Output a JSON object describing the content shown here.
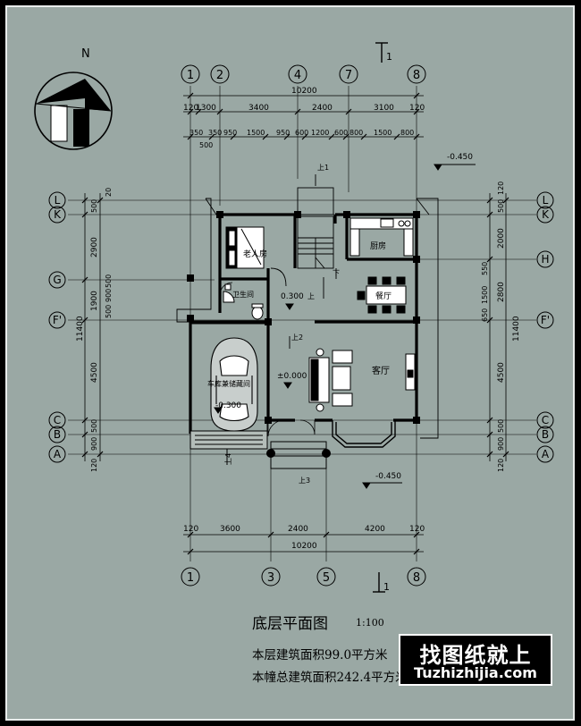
{
  "north": "N",
  "section_mark": "1",
  "axes": {
    "top": [
      "1",
      "2",
      "4",
      "7",
      "8"
    ],
    "bottom": [
      "1",
      "3",
      "5",
      "8"
    ],
    "left": [
      "L",
      "K",
      "G",
      "F'",
      "C",
      "B",
      "A"
    ],
    "right": [
      "L",
      "K",
      "H",
      "F'",
      "C",
      "B",
      "A"
    ]
  },
  "dims": {
    "total": "10200",
    "top_row1": [
      "120",
      "1300",
      "3400",
      "2400",
      "3100",
      "120"
    ],
    "top_row2": [
      "350",
      "350",
      "950",
      "1500",
      "950",
      "600",
      "1200",
      "600",
      "800",
      "1500",
      "800"
    ],
    "top_row2_extra": "500",
    "bottom_row": [
      "120",
      "3600",
      "2400",
      "4200",
      "120"
    ],
    "left_total": "11400",
    "left": [
      "500",
      "2900",
      "1900",
      "500",
      "900",
      "500",
      "4500",
      "500",
      "900",
      "120",
      "20"
    ],
    "right_total": "11400",
    "right": [
      "120",
      "500",
      "2000",
      "550",
      "1500",
      "2800",
      "650",
      "4500",
      "500",
      "900",
      "120"
    ]
  },
  "rooms": {
    "elder": "老人房",
    "wc": "卫生间",
    "kitchen": "厨房",
    "dining": "餐厅",
    "living": "客厅",
    "garage": "车库兼储藏间"
  },
  "levels": {
    "l1": "-0.450",
    "l2": "0.300",
    "l3": "±0.000",
    "l4": "-0.300",
    "l5": "-0.450"
  },
  "stairs": {
    "up": "上",
    "down": "下",
    "up1": "上1",
    "up2": "上2",
    "up3": "上3",
    "up4": "上4"
  },
  "title": "底层平面图",
  "scale": "1:100",
  "floor_area": "本层建筑面积99.0平方米",
  "total_area": "本幢总建筑面积242.4平方米",
  "watermark": {
    "cn": "找图纸就上",
    "en": "Tuzhizhijia.com"
  }
}
